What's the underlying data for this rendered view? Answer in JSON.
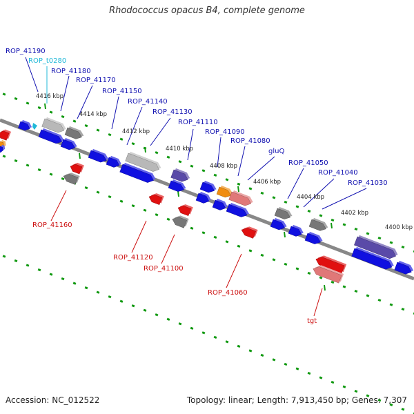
{
  "title": "Rhodococcus opacus B4, complete genome",
  "footer": {
    "accession": "Accession: NC_012522",
    "summary": "Topology: linear; Length: 7,913,450 bp; Genes: 7,307"
  },
  "colors": {
    "forward_gene": "#1010e0",
    "reverse_gene": "#e01010",
    "pseudo_gene": "#777777",
    "misc_gene": "#b8b8b8",
    "purple_gene": "#5a4aa8",
    "orange_gene": "#f08c10",
    "pink_gene": "#e07878",
    "trna_label": "#20b8d8",
    "forward_label": "#1010b0",
    "reverse_label": "#cc1010",
    "ruler_dot": "#119911",
    "backbone": "#888888"
  },
  "scale_labels": [
    "4416 kbp",
    "4414 kbp",
    "4412 kbp",
    "4410 kbp",
    "4408 kbp",
    "4406 kbp",
    "4404 kbp",
    "4402 kbp",
    "4400 kbp"
  ],
  "forward_labels": [
    "ROP_41190",
    "ROP_t0280",
    "ROP_41180",
    "ROP_41170",
    "ROP_41150",
    "ROP_41140",
    "ROP_41130",
    "ROP_41110",
    "ROP_41090",
    "ROP_41080",
    "gluQ",
    "ROP_41050",
    "ROP_41040",
    "ROP_41030"
  ],
  "reverse_labels": [
    "ROP_41160",
    "ROP_41120",
    "ROP_41100",
    "ROP_41060",
    "tgt"
  ]
}
